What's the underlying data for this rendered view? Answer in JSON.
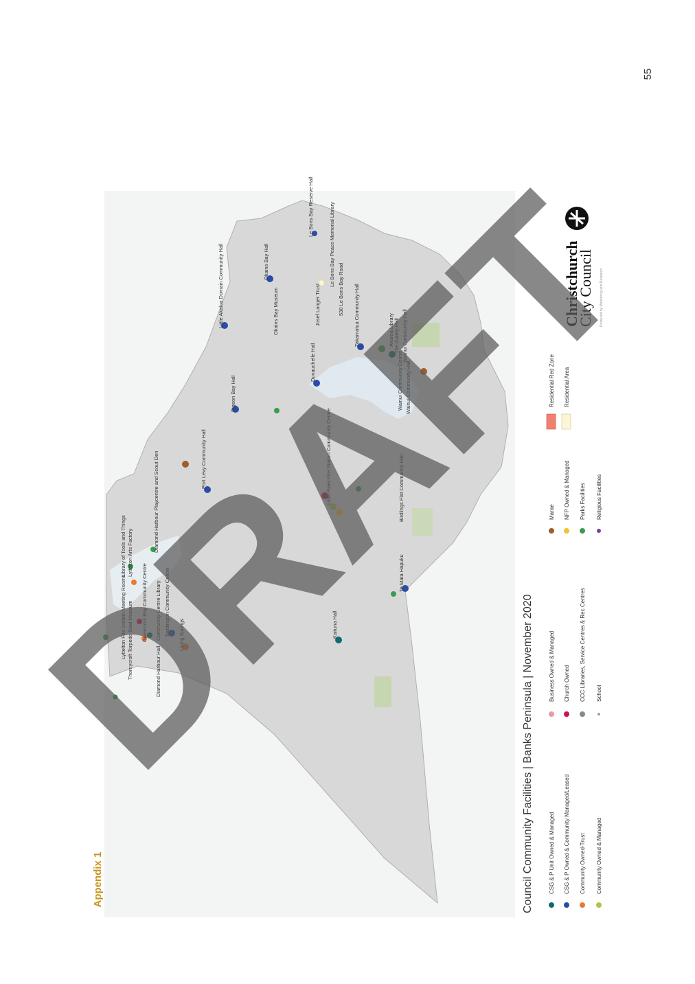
{
  "page_number": "55",
  "appendix_label": "Appendix 1",
  "map": {
    "title": "Council Community Facilities | Banks Peninsula | November 2020",
    "watermark": "DRAFT",
    "logo": {
      "line1": "Christchurch",
      "line2": "City Council",
      "tagline": "Produced by Monitoring and Research"
    },
    "colors": {
      "csg_unit": "#0f6b73",
      "csg_community": "#2a4ca8",
      "community_trust": "#e87a33",
      "community_owned": "#a9c84a",
      "business": "#e89aa5",
      "church": "#d0104f",
      "ccc_libraries": "#7d8c8c",
      "school": "#9e9e9e",
      "marae": "#9e5d2c",
      "nfp": "#f2c230",
      "parks": "#3c9c4e",
      "religious": "#7b3f9e",
      "red_zone": "#f08070",
      "residential": "#fdf6d6"
    },
    "legend": [
      {
        "label": "CSG & P Unit Owned & Managed",
        "color_key": "csg_unit"
      },
      {
        "label": "CSG & P Owned & Community Managed/Leased",
        "color_key": "csg_community"
      },
      {
        "label": "Community Owned-Trust",
        "color_key": "community_trust"
      },
      {
        "label": "Community Owned & Managed",
        "color_key": "community_owned"
      },
      {
        "label": "Business Owned & Managed",
        "color_key": "business"
      },
      {
        "label": "Church Owned",
        "color_key": "church"
      },
      {
        "label": "CCC Libraries, Service Centres & Rec Centres",
        "color_key": "ccc_libraries"
      },
      {
        "label": "School",
        "color_key": "school"
      },
      {
        "label": "Marae",
        "color_key": "marae"
      },
      {
        "label": "NFP Owned & Managed",
        "color_key": "nfp"
      },
      {
        "label": "Parks Facilities",
        "color_key": "parks"
      },
      {
        "label": "Religious Facilities",
        "color_key": "religious"
      },
      {
        "label": "Residential Red Zone",
        "color_key": "red_zone"
      },
      {
        "label": "Residential Area",
        "color_key": "residential"
      }
    ],
    "labels": [
      "Lyttelton Fire Station Meeting Rooms",
      "Library of Tools and Things",
      "Thornycroft Torpedo Boat Museum",
      "Lyttelton Arts Factory",
      "Governors Bay Community Centre",
      "Diamond Harbour Hall",
      "Community Centre Library",
      "Diamond Harbour Playcentre and Scout Den",
      "Teddington Community Centre",
      "Living Springs",
      "Port Levy Community Hall",
      "Pigeon Bay Hall",
      "Little Akaloa Domain Community Hall",
      "Okains Bay Hall",
      "Okains Bay Museum",
      "Le Bons Bay Reserve Hall",
      "Le Bons Bay Peace Memorial Library",
      "530 Le Bons Bay Road",
      "Josef Langer Trust",
      "Duvauchelle Hall",
      "Takamatua Community Hall",
      "Akaroa Library",
      "The Gaiety Hall",
      "Wainui Community Hall",
      "Wainui Community Centre",
      "Little River Fire Station Community Centre",
      "Wainui Community Hall",
      "Birdlings Flat Community Hall",
      "Te Mata Hapuku",
      "Kaituna Hall"
    ]
  }
}
